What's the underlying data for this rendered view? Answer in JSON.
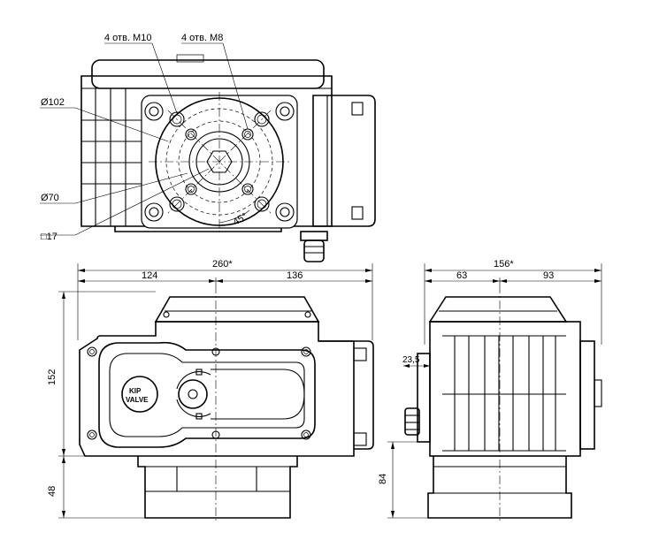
{
  "labels": {
    "holes_m10": "4 отв. М10",
    "holes_m8": "4 отв. М8",
    "dia_102": "Ø102",
    "dia_70": "Ø70",
    "square_17": "□17",
    "angle_45": "45°",
    "logo_top": "KIP",
    "logo_bottom": "VALVE"
  },
  "dimensions": {
    "total_width": "260*",
    "left_width": "124",
    "right_width": "136",
    "height_152": "152",
    "height_48": "48",
    "side_total": "156*",
    "side_left": "63",
    "side_right": "93",
    "side_offset": "23,5",
    "side_height": "84"
  }
}
